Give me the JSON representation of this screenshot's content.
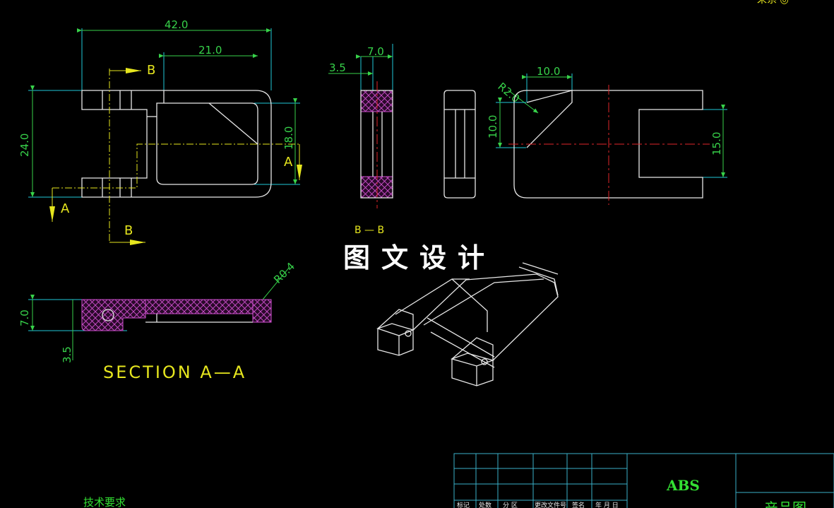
{
  "drawing": {
    "dimensions": {
      "overall_length": "42.0",
      "slot_length": "21.0",
      "overall_height": "24.0",
      "inner_height": "18.0",
      "thickness": "7.0",
      "half_thickness": "3.5",
      "chamfer_width": "10.0",
      "chamfer_radius": "R2.0",
      "side_height": "10.0",
      "pocket_height": "15.0",
      "section_height": "7.0",
      "section_offset": "3.5",
      "edge_radius": "R0.4"
    },
    "section_markers": {
      "b_top": "B",
      "b_bottom": "B",
      "a_left": "A",
      "a_right": "A",
      "bb_view_label": "B — B"
    },
    "section_title": "SECTION A—A",
    "watermark": "图文设计",
    "top_right_text": "未系 ◎",
    "technical_requirements": "技术要求",
    "title_block": {
      "material": "ABS",
      "header_cells": [
        "标记",
        "处数",
        "分 区",
        "更改文件号",
        "签名",
        "年 月 日"
      ],
      "drawing_name_partial": "产品图"
    }
  },
  "colors": {
    "background": "#000000",
    "dimension": "#37d24a",
    "extension_line": "#20c8d8",
    "outline": "#e8e8e8",
    "section_mark": "#e6e61e",
    "centerline": "#e0262a",
    "hatch": "#d050d0"
  }
}
